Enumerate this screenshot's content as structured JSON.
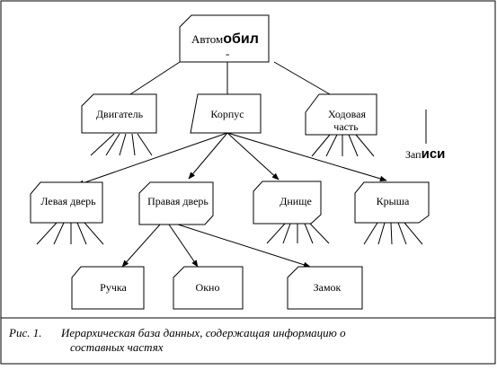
{
  "diagram": {
    "root": {
      "label_part1": "Автом",
      "label_part2": "обил",
      "label_part3": "-"
    },
    "level1": [
      {
        "id": "engine",
        "label": "Двигатель"
      },
      {
        "id": "body",
        "label": "Корпус"
      },
      {
        "id": "chassis",
        "label_line1": "Ходовая",
        "label_line2": "часть"
      }
    ],
    "level2": [
      {
        "id": "left-door",
        "label": "Левая дверь"
      },
      {
        "id": "right-door",
        "label": "Правая дверь"
      },
      {
        "id": "bottom",
        "label": "Днище"
      },
      {
        "id": "roof",
        "label": "Крыша"
      }
    ],
    "level3": [
      {
        "id": "handle",
        "label": "Ручка"
      },
      {
        "id": "window",
        "label": "Окно"
      },
      {
        "id": "lock",
        "label": "Замок"
      }
    ],
    "note": {
      "part1": "Зап",
      "part2": "иси"
    }
  },
  "caption": {
    "number": "Рис. 1.",
    "line1": "Иерархическая база данных, содержащая информацию о",
    "line2": "составных частях"
  }
}
